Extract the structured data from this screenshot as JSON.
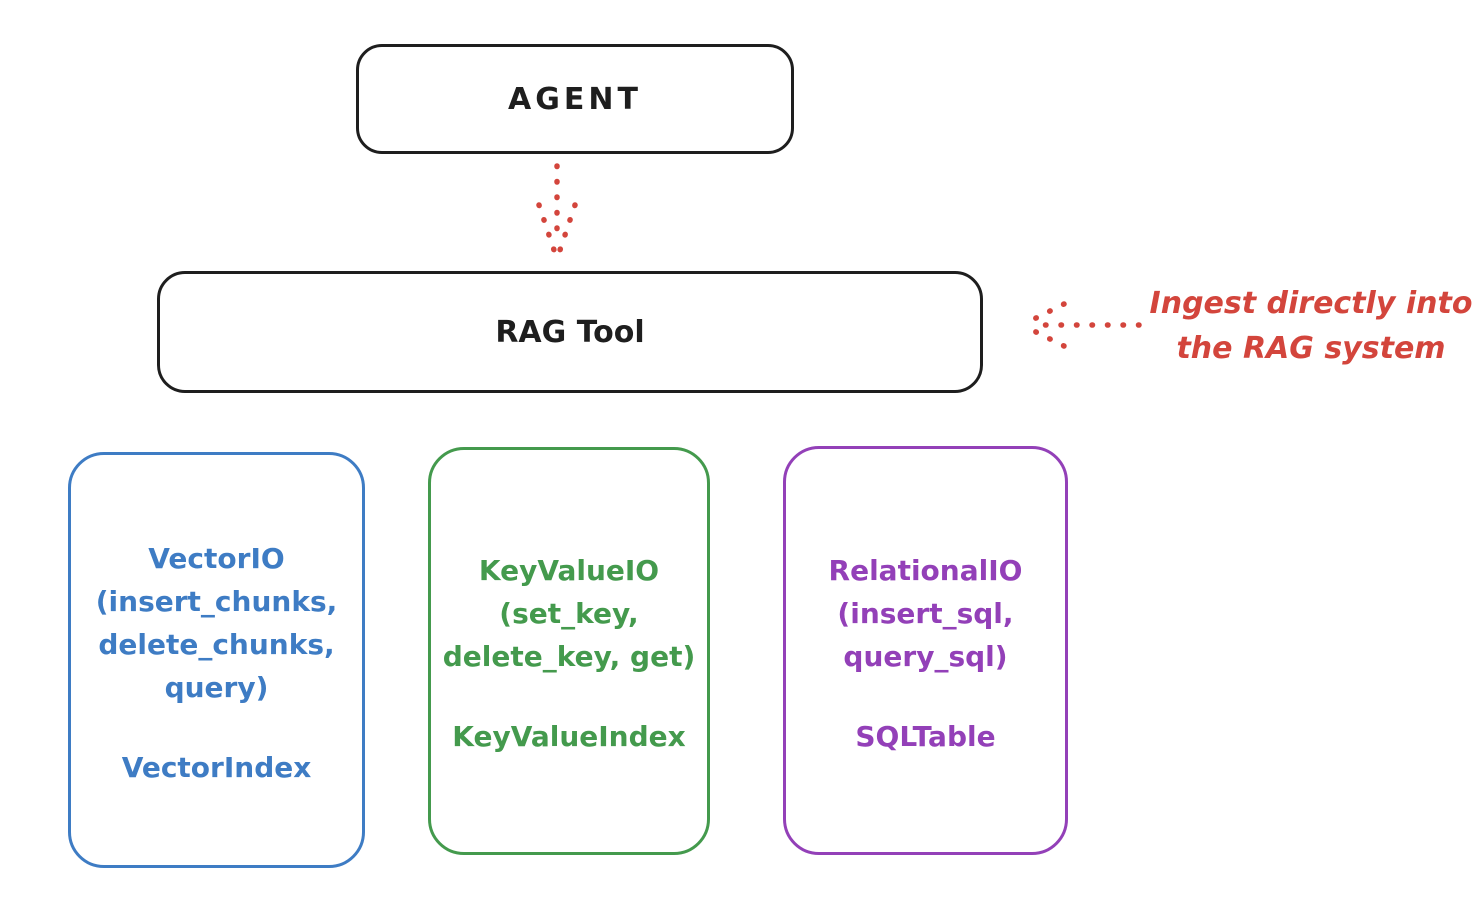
{
  "diagram": {
    "agent": {
      "label": "AGENT"
    },
    "rag_tool": {
      "label": "RAG Tool"
    },
    "annotation": {
      "text": "Ingest directly into\nthe RAG system"
    },
    "backends": [
      {
        "name": "vector-io",
        "title": "VectorIO\n(insert_chunks,\ndelete_chunks,\nquery)",
        "index": "VectorIndex",
        "color": "#3e7cc4"
      },
      {
        "name": "keyvalue-io",
        "title": "KeyValueIO\n(set_key,\ndelete_key, get)",
        "index": "KeyValueIndex",
        "color": "#449a4d"
      },
      {
        "name": "relational-io",
        "title": "RelationalIO\n(insert_sql,\nquery_sql)",
        "index": "SQLTable",
        "color": "#9340b8"
      }
    ],
    "colors": {
      "outline": "#1e1e1e",
      "arrow": "#d3453c",
      "annotation_text": "#d3453c",
      "background": "#ffffff"
    }
  }
}
